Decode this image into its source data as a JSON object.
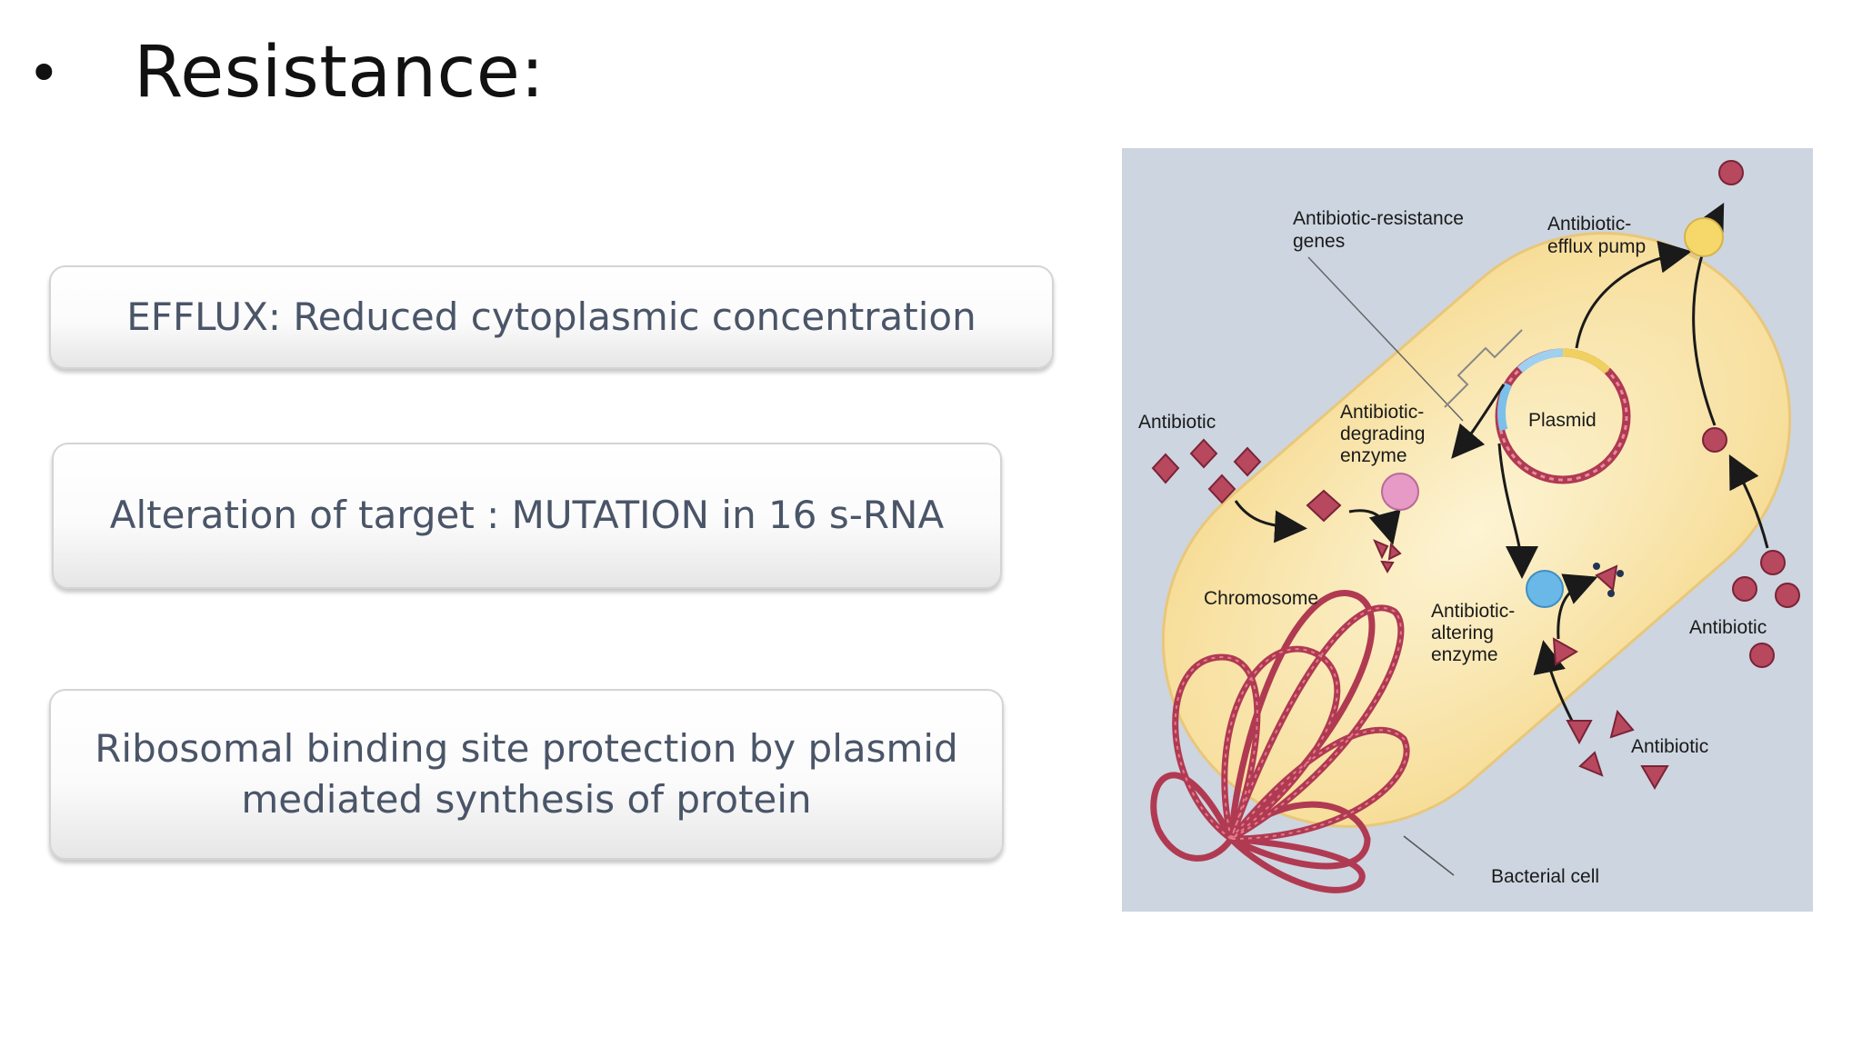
{
  "slide": {
    "bullet": "•",
    "title": "Resistance:"
  },
  "boxes": [
    {
      "text": "EFFLUX: Reduced cytoplasmic concentration"
    },
    {
      "text": "Alteration of target : MUTATION in 16 s-RNA"
    },
    {
      "text": "Ribosomal binding site protection by plasmid mediated synthesis of protein"
    }
  ],
  "diagram": {
    "labels": {
      "resistance_genes_1": "Antibiotic-resistance",
      "resistance_genes_2": "genes",
      "efflux_pump_1": "Antibiotic-",
      "efflux_pump_2": "efflux pump",
      "antibiotic_left": "Antibiotic",
      "degrading_1": "Antibiotic-",
      "degrading_2": "degrading",
      "degrading_3": "enzyme",
      "plasmid": "Plasmid",
      "chromosome": "Chromosome",
      "altering_1": "Antibiotic-",
      "altering_2": "altering",
      "altering_3": "enzyme",
      "antibiotic_right": "Antibiotic",
      "antibiotic_bottom": "Antibiotic",
      "bacterial_cell": "Bacterial cell"
    },
    "colors": {
      "background": "#cdd5e0",
      "cell_fill": "#fbe9b6",
      "molecule": "#b8485e",
      "degrading_enzyme": "#e89ac6",
      "altering_enzyme": "#6ab8e8",
      "efflux_pump": "#f6d86a"
    }
  }
}
